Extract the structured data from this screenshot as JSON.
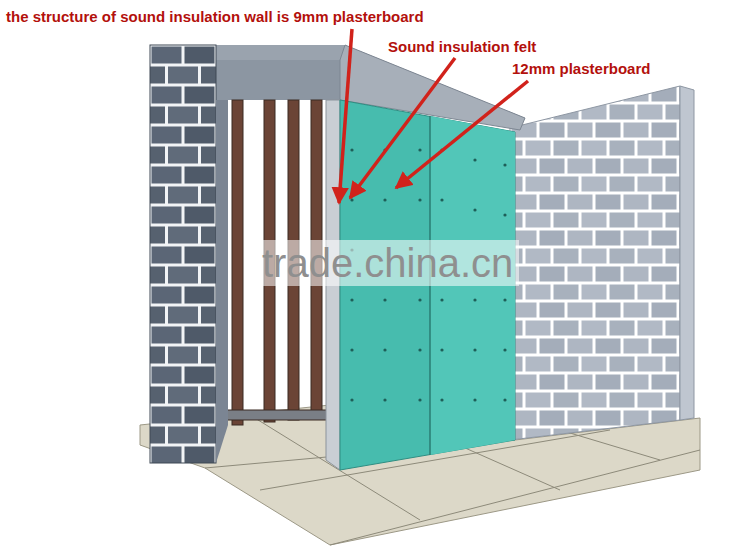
{
  "diagram": {
    "labels": [
      "the structure of sound insulation wall is 9mm plasterboard",
      "Sound insulation felt",
      "12mm plasterboard",
      "trade.china.cn"
    ]
  }
}
